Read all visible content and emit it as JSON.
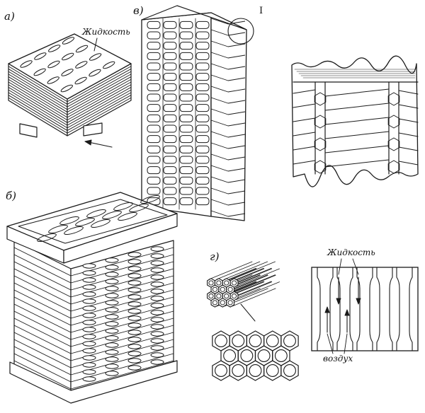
{
  "labels": {
    "panel_a": "а)",
    "panel_b": "б)",
    "panel_v": "в)",
    "panel_g": "г)",
    "detail_mark": "I",
    "liquid_top": "Жидкость",
    "liquid_right": "Жидкость",
    "air": "воздух"
  },
  "colors": {
    "ink": "#1a1a1a",
    "paper": "#ffffff"
  }
}
